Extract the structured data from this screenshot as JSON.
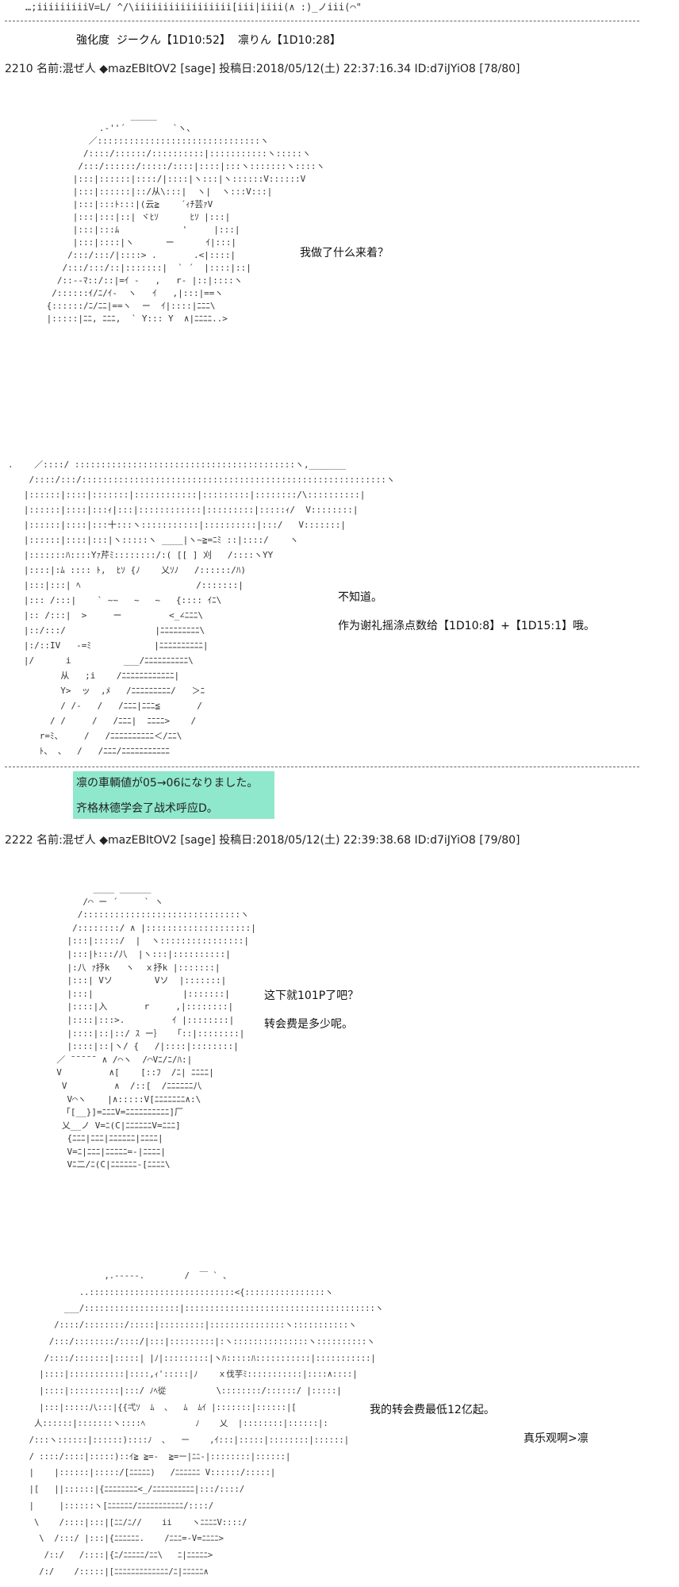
{
  "top_fragment": "…;iiiiiiiiiV=L/ ^/\\iiiiiiiiiiiiiiiii[iii|iiii(∧ :)_ノiii(⌒\"",
  "stats_line": "強化度  ジークん【1D10:52】  凛りん【1D10:28】",
  "posts": [
    {
      "header": "2210 名前:混ぜ人 ◆mazEBItOV2 [sage] 投稿日:2018/05/12(土) 22:37:16.34 ID:d7iJYiO8 [78/80]",
      "speech": [
        "我做了什么来着？"
      ]
    },
    {
      "speech": [
        "不知道。",
        "作为谢礼摇涤点数给【1D10:8】+【1D15:1】哦。"
      ]
    },
    {
      "banner": [
        "凛の車輌値が05→06になりました。",
        "齐格林德学会了战术呼应D。"
      ]
    },
    {
      "header": "2222 名前:混ぜ人 ◆mazEBItOV2 [sage] 投稿日:2018/05/12(土) 22:39:38.68 ID:d7iJYiO8 [79/80]",
      "speech": [
        "这下就101P了吧？",
        "转会费是多少呢。"
      ]
    },
    {
      "speech": [
        "我的转会费最低12亿起。"
      ],
      "aside": "真乐观啊>凛"
    }
  ],
  "art": {
    "art1": "                 _____\n           .-''´         `ヽ、\n         ／:::::::::::::::::::::::::::::::ヽ\n        /::::/::::::/::::::::::|:::::::::::ヽ:::::ヽ\n       /:::/::::::/:::::/::::|::::|:::ヽ:::::::ヽ::::ヽ\n      |:::|::::::|::::/|::::|ヽ:::|ヽ::::::V::::::V\n      |:::|::::::|::/从\\:::|  ヽ|  ヽ:::V:::|\n      |:::|:::ﾄ:::|(云≧    ´ｨﾁ芸ｧV\n      |:::|:::|::| ヾﾋｿ      ﾋｿ |:::|\n      |:::|:::ﾑ            '     |:::|\n      |:::|::::|ヽ      ー      ｲ|:::|\n     /:::/:::/|::::> .       .<|::::|\n    /:::/:::/::|:::::::|  ` ´  |::::|::|\n   /::-‐ﾏ::/::|=ｲ -   ,   r‐ |::|::::ヽ\n  /::::::ｲ/ﾆ/ｲ-  ヽ   ｲ   ,|:::|==ヽ\n {::::::/ﾆ/ﾆﾆ|==ヽ  ー  ｲ|::::|ﾆﾆﾆ\\\n |:::::|ﾆﾆ, ﾆﾆﾆ,  ` Y::: Y  ∧|ﾆﾆﾆﾆ..>",
    "art2": ".    ／::::/ ::::::::::::::::::::::::::::::::::::::::::ヽ,_______\n    /::::/:::/::::::::::::::::::::::::::::::::::::::::::::::::::::::::::ヽ\n   |::::::|::::|:::::::|::::::::::::|:::::::::|::::::::/\\::::::::::|\n   |::::::|::::|:::ｨ|:::|::::::::::::|:::::::::|:::::ｨ/  V::::::::|\n   |::::::|::::|:::十:::ヽ:::::::::::|::::::::::|:::/   V:::::::|\n   |::::::|::::|:::|ヽ:::::ヽ ____|ヽ~≧=ﾆﾐ ::|::::/    ヽ\n   |:::::::ﾊ::::Yｧ芹ﾐ::::::::/:( [[ ] 刈   /::::ヽYY\n   |::::|:ﾑ :::: ﾄ,  ﾋｿ {ﾉ    乂ｿﾉ   /::::::/ﾊ)\n   |:::|:::| ﾍ                      /:::::::|\n   |::: /:::|    ` ~~   ~   ~   {:::: ｲﾆ\\\n   |:: /:::|  >     ー         <_∠ﾆﾆﾆ\\\n   |::/:::/                 |ﾆﾆﾆﾆﾆﾆﾆﾆﾆ\\\n   |:/::IV   -=ﾐ            |ﾆﾆﾆﾆﾆﾆﾆﾆﾆﾆ|\n   |/      i          ___/ﾆﾆﾆﾆﾆﾆﾆﾆﾆﾆ\\\n          从   ;i    /ﾆﾆﾆﾆﾆﾆﾆﾆﾆﾆﾆﾆ|\n          Y>  ッ  ,ﾒ   /ﾆﾆﾆﾆﾆﾆﾆﾆﾆ/   ＞ﾆ\n          / /‐   /   /ﾆﾆﾆ|ﾆﾆﾆ≦       /\n        / /     /   /ﾆﾆﾆ|  ﾆﾆﾆﾆ>    /\n      r=ﾐ、    /   /ﾆﾆﾆﾆﾆﾆﾆﾆﾆﾆ＜/ﾆﾆ\\\n      ﾄ、 、  /   /ﾆﾆﾆ/ﾆﾆﾆﾆﾆﾆﾆﾆﾆﾆﾆ",
    "art3": "         ____ ______\n       /⌒ ー ´     ` ヽ\n      /::::::::::::::::::::::::::::::ヽ\n     /::::::::/ ∧ |::::::::::::::::::::|\n    |:::|:::::/  |  ヽ::::::::::::::::|\n    |:::|ﾄ:::/八  |ヽ:::|::::::::::|\n    |:八 ｧ抒k   ヽ  ｘ抒k |:::::::|\n    |:::| Vソ        Vソ  |:::::::|\n    |:::|                 |:::::::|\n    |::::|入       r     ,|::::::::|\n    |::::|:::>.         ｲ |::::::::|\n    |::::|::|::/ ｽ ー｝  「::|::::::::|\n    |::::|::|ヽ/ {   /|::::|::::::::|\n  ／ ¯¯¯¯¯ ∧ /⌒ヽ  /⌒Vﾆ/ﾆ/ﾊ:|\n  V         ∧[    [::ﾌ  /ﾆ| ﾆﾆﾆﾆ|\n   V         ∧  /::[  /ﾆﾆﾆﾆﾆﾆ八\n    V⌒ヽ    |∧:::::V[ﾆﾆﾆﾆﾆﾆﾆ∧:\\\n   「[__}]=ﾆﾆﾆV=ﾆﾆﾆﾆﾆﾆﾆﾆﾆﾆ]厂\n   乂__ノ V=ﾆ(C|ﾆﾆﾆﾆﾆﾆV=ﾆﾆﾆ]\n    {ﾆﾆﾆ|ﾆﾆﾆ|ﾆﾆﾆﾆﾆﾆ|ﾆﾆﾆﾆ|\n    V=ﾆ|ﾆﾆﾆ|ﾆﾆﾆﾆﾆ=-|ﾆﾆﾆﾆ|\n    Vﾆ二/ﾆ(C|ﾆﾆﾆﾆﾆﾆ-[ﾆﾆﾆﾆ\\",
    "art4": "                 ,.-----.        /  ￣ ` 、\n            ..:::::::::::::::::::::::::::::<{::::::::::::::::ヽ\n         ___/:::::::::::::::::::|::::::::::::::::::::::::::::::::::::::ヽ\n       /::::/::::::::/:::::|:::::::::|:::::::::::::::ヽ:::::::::::ヽ\n      /:::/::::::::/::::/|:::|:::::::::|:ヽ:::::::::::::::ヽ::::::::::ヽ\n     /::::/:::::::|:::::| |ﾉ|:::::::::|ヽﾊ:::::ﾊ:::::::::::|:::::::::::|\n    |::::|:::::::::::|::::,ｨ':::::|ﾉ    ｘ伐芋ﾐ:::::::::::|::::∧::::|\n    |::::|::::::::::|:::/ ﾉﾍ從          \\::::::::/::::::/ |:::::|\n    |:::|:::::八:::|{{弌ｿ  ﾑ  ､   ﾑ  ﾑｲ |:::::::|::::::|[\n   人::::::|:::::::ヽ::::ﾍ          ﾉ    乂  |::::::::|::::::|:\n  /:::ヽ::::::|::::::)::::ﾉ  ､   ー    ,ｲ:::|:::::|::::::::|::::::|\n  / ::::/::::|:::::)::ｲ≧ ≧=-  ≧=ー|ﾆﾆ-|::::::::|::::::|\n  |    |::::::|:::::/[ﾆﾆﾆﾆﾆ)   /ﾆﾆﾆﾆﾆﾆ V::::::/:::::|\n  |[   ||::::::|{ﾆﾆﾆﾆﾆﾆﾆﾆ<_/ﾆﾆﾆﾆﾆﾆﾆﾆﾆﾆ|:::/::::/\n  |     |::::::ヽ[ﾆﾆﾆﾆﾆﾆ/ﾆﾆﾆﾆﾆﾆﾆﾆﾆﾆﾆ/::::/\n   \\    /::::|:::|[ﾆﾆ/ﾆ//    ii    ヽﾆﾆﾆﾆV::::/\n    \\  /:::/ |:::|{ﾆﾆﾆﾆﾆﾆ.    /ﾆﾆﾆ=-V=ﾆﾆﾆﾆ>\n     /::/   /::::|{ﾆ/ﾆﾆﾆﾆﾆ/ﾆﾆ\\   ﾆ|ﾆﾆﾆﾆﾆ>\n    /:/    /:::::|[ﾆﾆﾆﾆﾆﾆﾆﾆﾆﾆﾆﾆﾆ/ﾆ|ﾆﾆﾆﾆﾆ∧"
  }
}
